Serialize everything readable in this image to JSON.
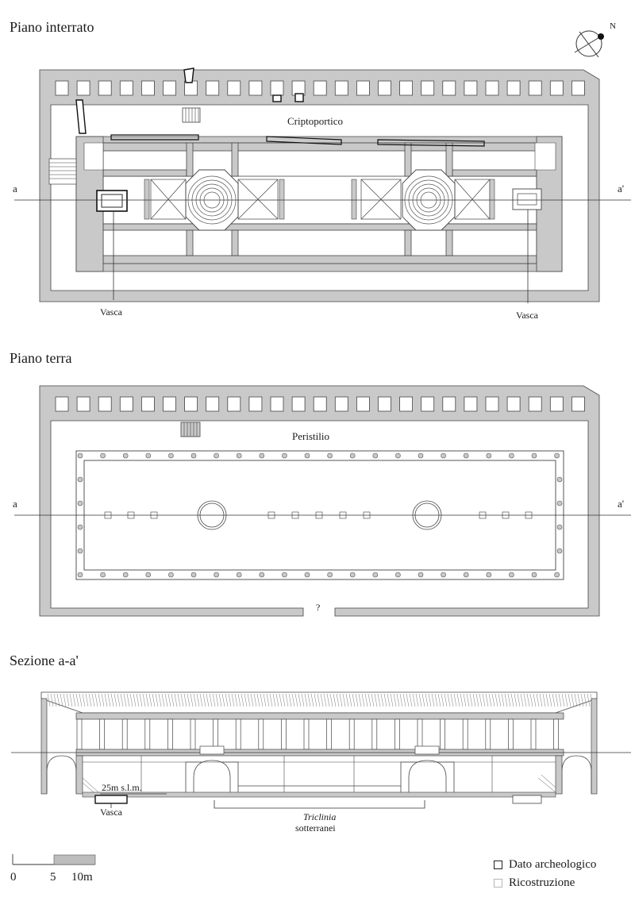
{
  "titles": {
    "basement": "Piano interrato",
    "ground": "Piano terra",
    "section": "Sezione a-a'"
  },
  "north_label": "N",
  "labels": {
    "criptoportico": "Criptoportico",
    "peristilio": "Peristilio",
    "vasca_left": "Vasca",
    "vasca_right": "Vasca",
    "vasca_section": "Vasca",
    "a_left_1": "a",
    "a_right_1": "a'",
    "a_left_2": "a",
    "a_right_2": "a'",
    "question": "?",
    "elevation": "25m s.l.m.",
    "triclinia": "Triclinia",
    "sotterranei": "sotterranei"
  },
  "scale_bar": {
    "labels": [
      "0",
      "5",
      "10m"
    ]
  },
  "legend": [
    {
      "label": "Dato archeologico",
      "style": "dark"
    },
    {
      "label": "Ricostruzione",
      "style": "light"
    }
  ],
  "colors": {
    "wall": "#c9c9c9",
    "line": "#333333",
    "dark": "#222222",
    "light": "#b5b5b5"
  }
}
